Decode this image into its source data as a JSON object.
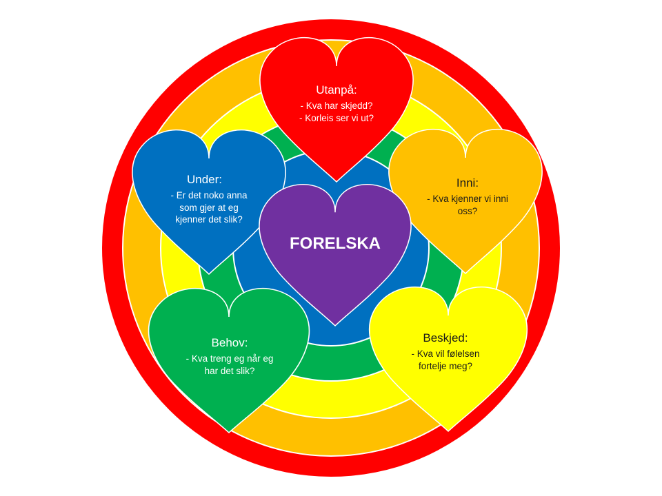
{
  "colors": {
    "red": "#ff0000",
    "orange": "#ffc000",
    "yellow": "#ffff00",
    "green": "#00b050",
    "blue": "#0070c0",
    "purple": "#7030a0",
    "white": "#ffffff"
  },
  "center": {
    "label": "FORELSKA"
  },
  "hearts": {
    "utanpa": {
      "title": "Utanpå:",
      "line1": "- Kva har skjedd?",
      "line2": "- Korleis ser vi ut?"
    },
    "under": {
      "title": "Under:",
      "line1": "- Er det noko anna",
      "line2": "som gjer at eg",
      "line3": "kjenner det slik?"
    },
    "inni": {
      "title": "Inni:",
      "line1": "- Kva kjenner vi inni",
      "line2": "oss?"
    },
    "behov": {
      "title": "Behov:",
      "line1": "- Kva treng eg når eg",
      "line2": "har det slik?"
    },
    "beskjed": {
      "title": "Beskjed:",
      "line1": "- Kva vil følelsen",
      "line2": "fortelje meg?"
    }
  }
}
